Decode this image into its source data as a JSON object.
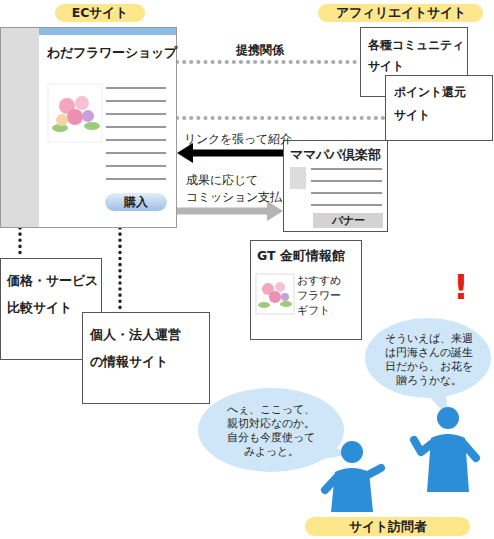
{
  "diagram": {
    "nodes": [
      {
        "text": [
          "ECサイト"
        ]
      },
      {
        "text": [
          "アフィリエイトサイト"
        ]
      },
      {
        "text": [
          "わだフラワーショップ"
        ]
      },
      {
        "text": [
          "購入"
        ],
        "in": 2
      },
      {
        "text": [
          "各種コミュニティ サイト"
        ]
      },
      {
        "text": [
          "ポイント還元 サイト"
        ]
      },
      {
        "text": [
          "ママパパ倶楽部"
        ]
      },
      {
        "text": [
          "バナー"
        ],
        "in": 6
      },
      {
        "text": [
          "GT 金町情報館",
          "おすすめ フラワー ギフト"
        ]
      },
      {
        "text": [
          "価格・サービス 比較サイト"
        ]
      },
      {
        "text": [
          "個人・法人運営 の情報サイト"
        ]
      },
      {
        "text": [
          "そういえば、来週 は円海さんの誕生 日だから、お花を 贈ろうかな。"
        ]
      },
      {
        "text": [
          "へぇ、ここって、 親切対応なのか。 自分も今度使って みよっと。"
        ]
      },
      {
        "text": [
          "サイト訪問者"
        ]
      }
    ],
    "edges": [
      {
        "from": 2,
        "to": 4,
        "arrow": "none",
        "label": "提携関係"
      },
      {
        "from": 2,
        "to": 5,
        "arrow": "none"
      },
      {
        "from": 6,
        "to": 2,
        "arrow": "to",
        "label": "リンクを張って紹介"
      },
      {
        "from": 2,
        "to": 6,
        "arrow": "to",
        "label": "成果に応じて コミッション支払"
      },
      {
        "from": 2,
        "to": 9,
        "arrow": "none"
      },
      {
        "from": 2,
        "to": 10,
        "arrow": "none"
      }
    ],
    "labels": [
      "!"
    ]
  }
}
